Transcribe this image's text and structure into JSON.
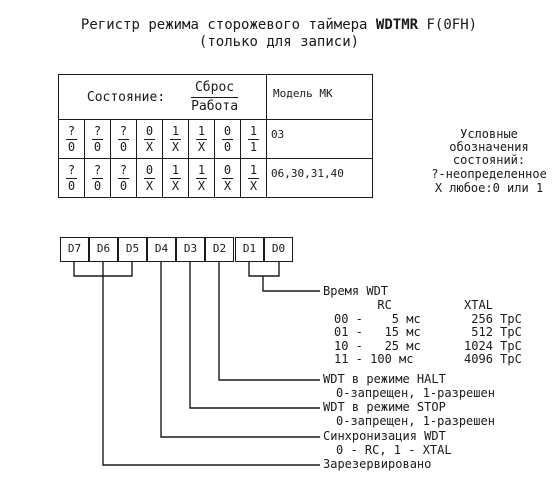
{
  "title": {
    "prefix": "Регистр режима сторожевого таймера ",
    "bold": "WDTMR",
    "suffix": " F(0FH)",
    "line2": "(только для записи)"
  },
  "table": {
    "state_label": "Состояние:",
    "reset_label": "Сброс",
    "work_label": "Работа",
    "model_label": "Модель МК",
    "rows": [
      {
        "bits": [
          {
            "top": "?",
            "bottom": "0"
          },
          {
            "top": "?",
            "bottom": "0"
          },
          {
            "top": "?",
            "bottom": "0"
          },
          {
            "top": "0",
            "bottom": "X"
          },
          {
            "top": "1",
            "bottom": "X"
          },
          {
            "top": "1",
            "bottom": "X"
          },
          {
            "top": "0",
            "bottom": "0"
          },
          {
            "top": "1",
            "bottom": "1"
          }
        ],
        "model": "03"
      },
      {
        "bits": [
          {
            "top": "?",
            "bottom": "0"
          },
          {
            "top": "?",
            "bottom": "0"
          },
          {
            "top": "?",
            "bottom": "0"
          },
          {
            "top": "0",
            "bottom": "X"
          },
          {
            "top": "1",
            "bottom": "X"
          },
          {
            "top": "1",
            "bottom": "X"
          },
          {
            "top": "0",
            "bottom": "X"
          },
          {
            "top": "1",
            "bottom": "X"
          }
        ],
        "model": "06,30,31,40"
      }
    ]
  },
  "legend": {
    "line1": "Условные",
    "line2": "обозначения",
    "line3": "состояний:",
    "line4": "?-неопределенное",
    "line5": "X любое:0 или 1"
  },
  "bit_boxes": [
    "D7",
    "D6",
    "D5",
    "D4",
    "D3",
    "D2",
    "D1",
    "D0"
  ],
  "descriptions": {
    "wdt_time": {
      "title": "Время WDT",
      "header": "      RC          XTAL",
      "rows": [
        "00 -    5 мс       256 TpC",
        "01 -   15 мс       512 TpC",
        "10 -   25 мс      1024 TpC",
        "11 - 100 мс       4096 TpC"
      ]
    },
    "halt": {
      "title": "WDT в режиме HALT",
      "sub": "0-запрещен, 1-разрешен"
    },
    "stop": {
      "title": "WDT в режиме STOP",
      "sub": "0-запрещен, 1-разрешен"
    },
    "sync": {
      "title": "Синхронизация WDT",
      "sub": "0 - RC, 1 - XTAL"
    },
    "reserved": {
      "title": "Зарезервировано"
    }
  }
}
